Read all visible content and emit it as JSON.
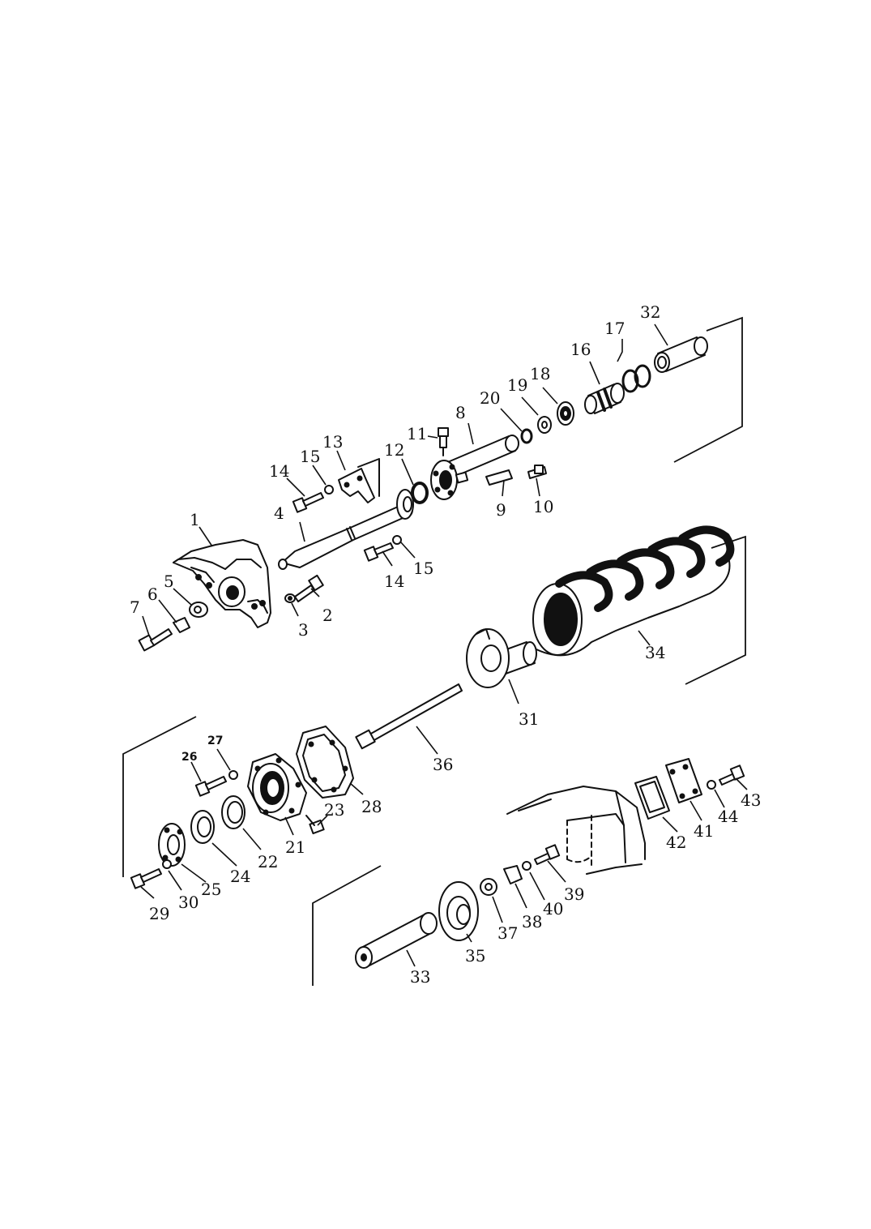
{
  "labels": {
    "p1": "1",
    "p2": "2",
    "p3": "3",
    "p4": "4",
    "p5": "5",
    "p6": "6",
    "p7": "7",
    "p8": "8",
    "p9": "9",
    "p10": "10",
    "p11": "11",
    "p12": "12",
    "p13": "13",
    "p14a": "14",
    "p14b": "14",
    "p15a": "15",
    "p15b": "15",
    "p16": "16",
    "p17": "17",
    "p18": "18",
    "p19": "19",
    "p20": "20",
    "p21": "21",
    "p22": "22",
    "p23": "23",
    "p24": "24",
    "p25": "25",
    "p26": "26",
    "p27": "27",
    "p28": "28",
    "p29": "29",
    "p30": "30",
    "p31": "31",
    "p32": "32",
    "p33": "33",
    "p34": "34",
    "p35": "35",
    "p36": "36",
    "p37": "37",
    "p38": "38",
    "p39": "39",
    "p40": "40",
    "p41": "41",
    "p42": "42",
    "p43": "43",
    "p44": "44"
  }
}
